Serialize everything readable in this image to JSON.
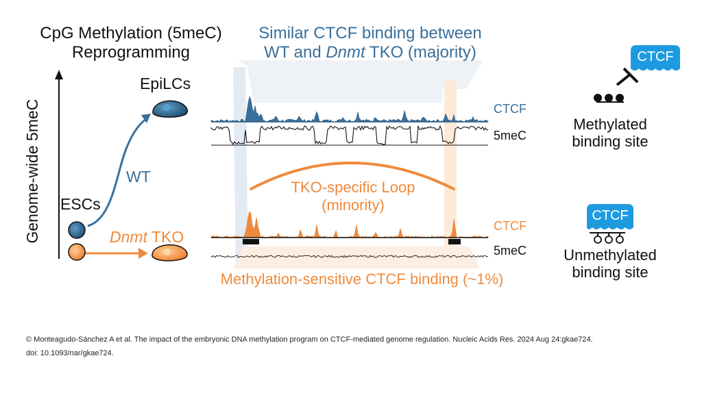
{
  "titles": {
    "left_line1": "CpG Methylation (5meC)",
    "left_line2": "Reprogramming",
    "top_line1": "Similar CTCF binding between",
    "top_line2_prefix": "WT and ",
    "top_line2_italic": "Dnmt",
    "top_line2_suffix": " TKO (majority)"
  },
  "left_panel": {
    "y_axis_label": "Genome-wide 5meC",
    "epilcs_label": "EpiLCs",
    "escs_label": "ESCs",
    "wt_label": "WT",
    "dnmt_italic": "Dnmt",
    "tko_label": " TKO"
  },
  "tracks": {
    "top_ctcf_label": "CTCF",
    "top_5mec_label": "5meC",
    "bottom_ctcf_label": "CTCF",
    "bottom_5mec_label": "5meC",
    "loop_line1": "TKO-specific Loop",
    "loop_line2": "(minority)",
    "bottom_caption": "Methylation-sensitive CTCF binding (~1%)"
  },
  "right_panel": {
    "ctcf_badge_top": "CTCF",
    "ctcf_badge_bottom": "CTCF",
    "methylated_line1": "Methylated",
    "methylated_line2": "binding site",
    "unmethylated_line1": "Unmethylated",
    "unmethylated_line2": "binding site"
  },
  "footer": {
    "citation": "© Monteagudo-Sánchez A et al. The impact of the embryonic DNA methylation program on CTCF-mediated genome regulation. Nucleic Acids Res. 2024 Aug 24:gkae724.",
    "doi": "doi: 10.1093/nar/gkae724."
  },
  "colors": {
    "blue": "#3a6f9a",
    "orange": "#ef8a3c",
    "light_blue": "#e3eaf1",
    "light_orange": "#fde6d2",
    "badge_blue": "#1e9be0",
    "dark_cell": "#1f3f5c"
  }
}
